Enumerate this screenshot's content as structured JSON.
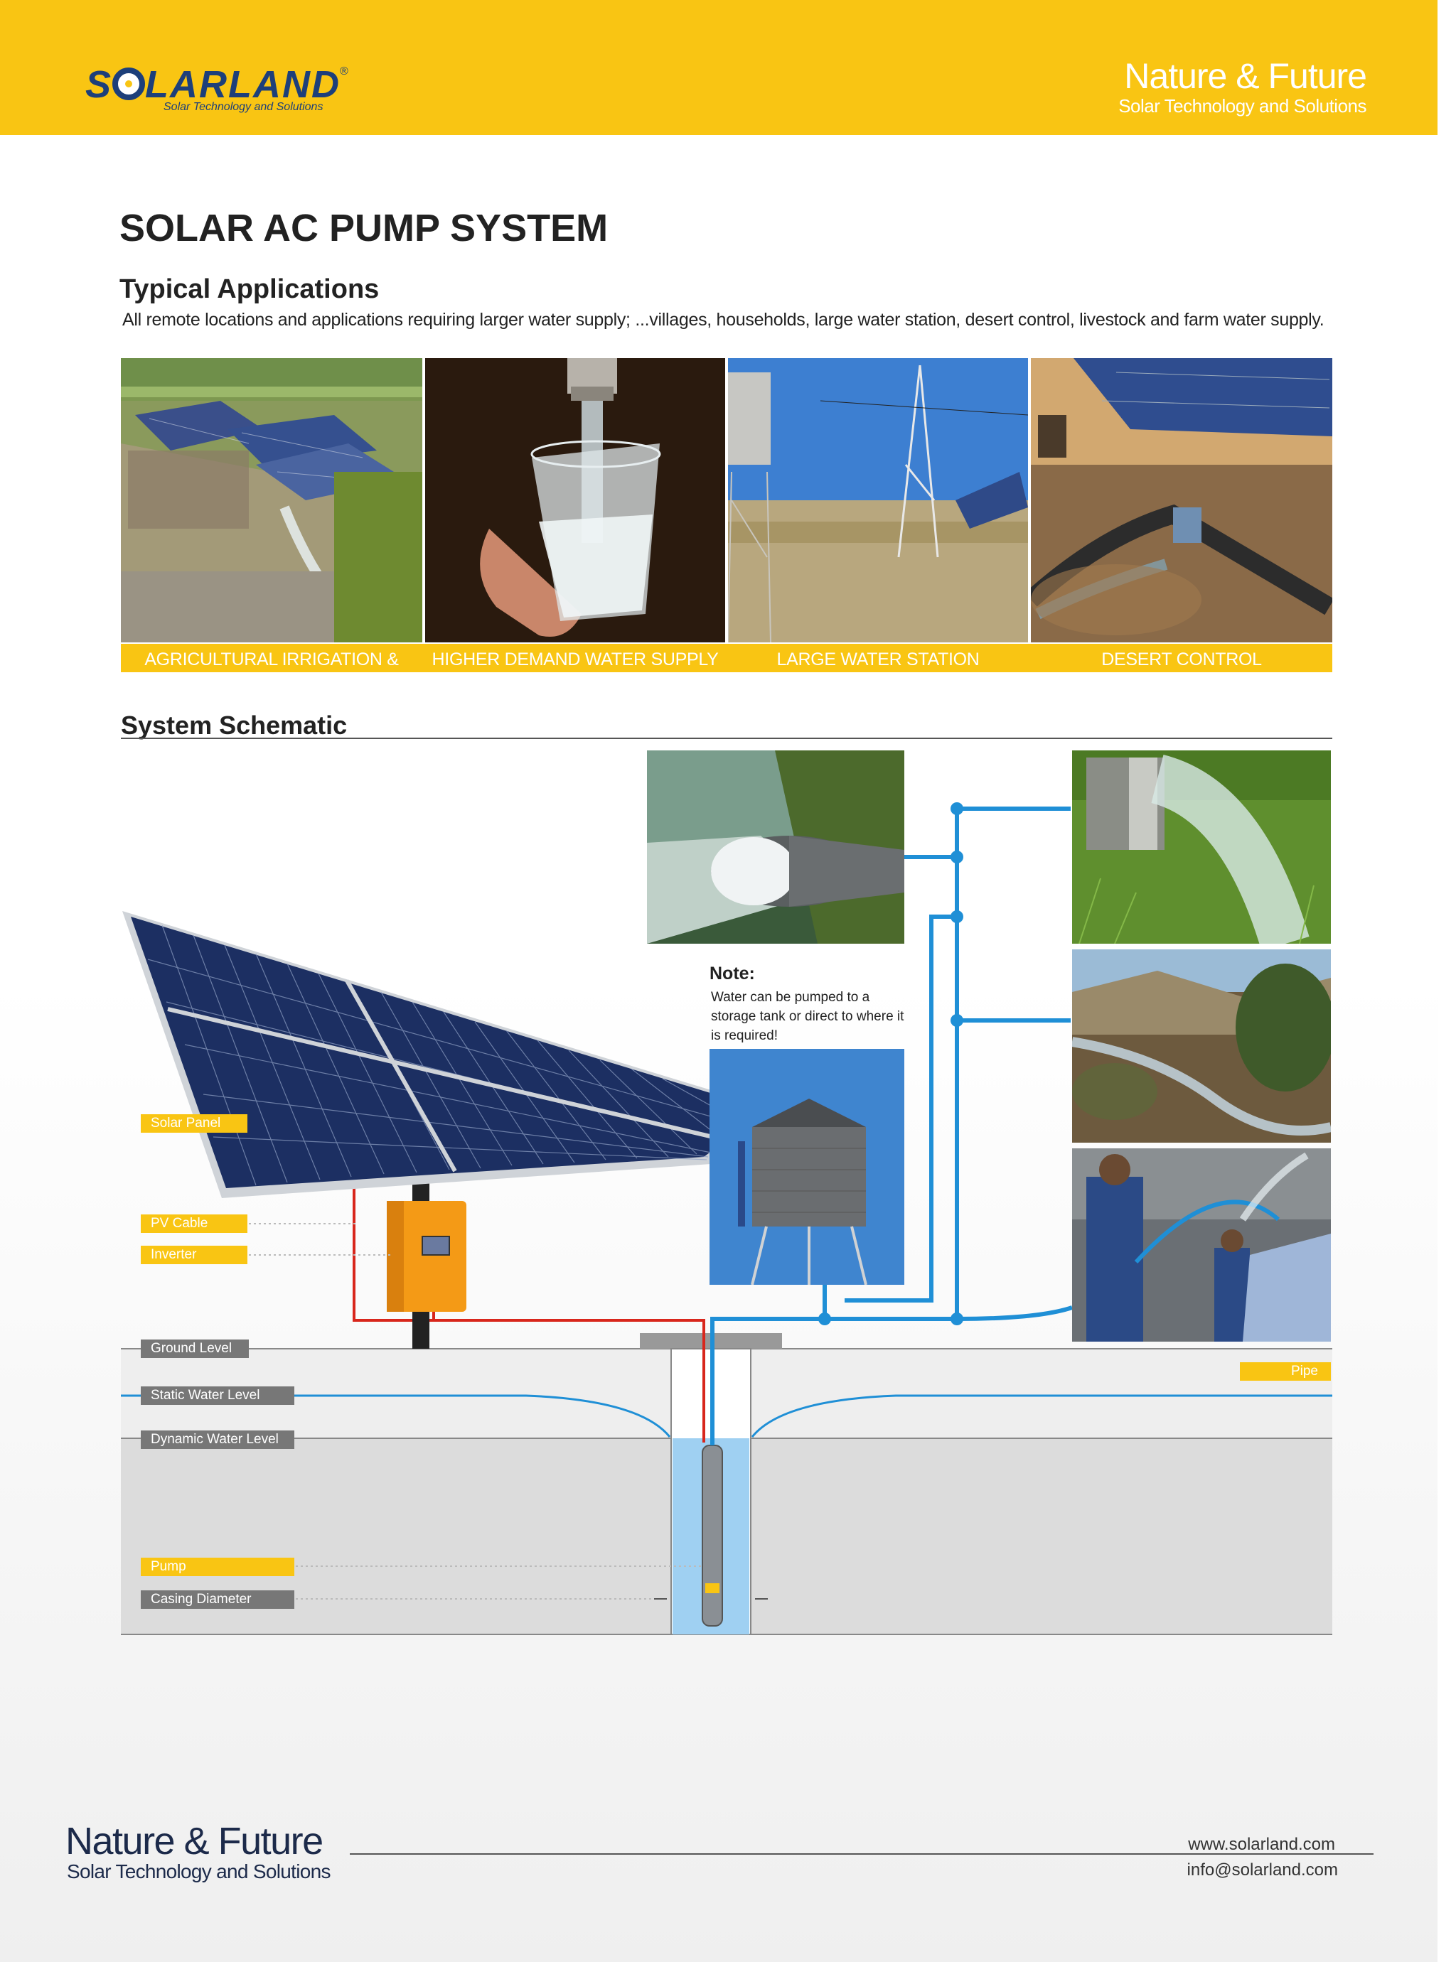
{
  "header": {
    "brand": "SOLARLAND",
    "brand_tagline": "Solar Technology and Solutions",
    "slogan": "Nature & Future",
    "slogan_sub": "Solar Technology and Solutions"
  },
  "title": "SOLAR AC PUMP SYSTEM",
  "applications": {
    "heading": "Typical Applications",
    "description": "All remote locations and applications requiring larger water supply; ...villages, households, large water station, desert control,  livestock and farm water supply.",
    "captions": [
      "AGRICULTURAL IRRIGATION & LIVESTOCK",
      "HIGHER DEMAND WATER SUPPLY",
      "LARGE WATER STATION",
      "DESERT CONTROL"
    ]
  },
  "schematic": {
    "heading": "System Schematic",
    "labels": {
      "solar_panel": "Solar Panel",
      "pv_cable": "PV Cable",
      "inverter": "Inverter",
      "ground_level": "Ground Level",
      "static_water_level": "Static Water Level",
      "dynamic_water_level": "Dynamic Water Level",
      "pump": "Pump",
      "casing_diameter": "Casing Diameter",
      "pipe": "Pipe"
    },
    "note_title": "Note:",
    "note_text": "Water can be pumped to a storage tank or direct to where it is required!"
  },
  "footer": {
    "slogan": "Nature & Future",
    "slogan_sub": "Solar Technology and Solutions",
    "website": "www.solarland.com",
    "email": "info@solarland.com"
  },
  "colors": {
    "brand_yellow": "#f9c513",
    "brand_navy": "#1d3f7a",
    "water_blue": "#1f8fd6",
    "cable_red": "#d8261c"
  }
}
